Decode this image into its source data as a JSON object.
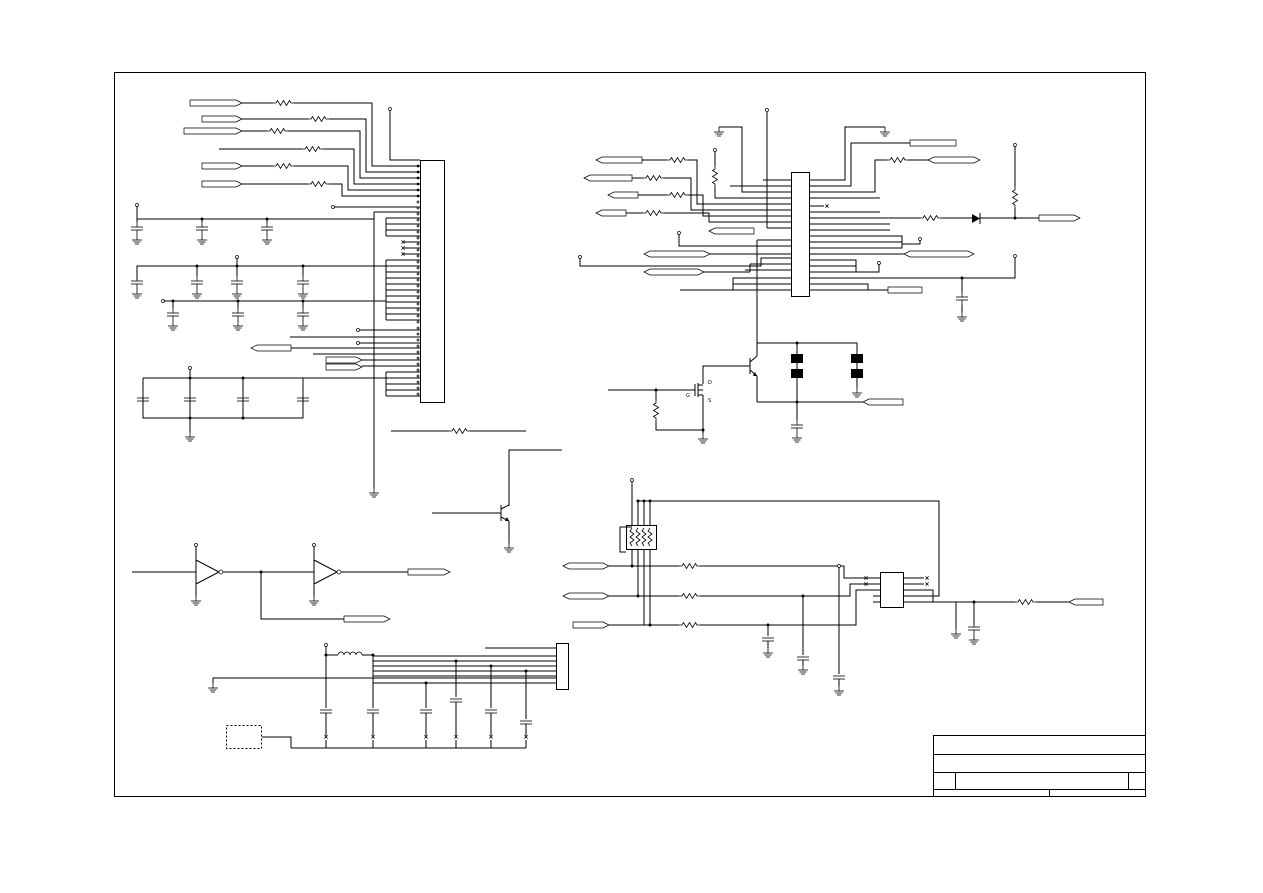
{
  "schematic": {
    "title_block": {},
    "transistor_pin_labels": {
      "drain": "D",
      "gate": "G",
      "source": "S"
    }
  },
  "colors": {
    "ink": "#000000",
    "paper": "#ffffff"
  },
  "icons": [
    "resistor-icon",
    "capacitor-icon",
    "ground-icon",
    "diode-icon",
    "transistor-icon",
    "mosfet-icon",
    "buffer-icon",
    "inductor-icon",
    "connector-icon",
    "ic-icon",
    "net-port-icon"
  ]
}
